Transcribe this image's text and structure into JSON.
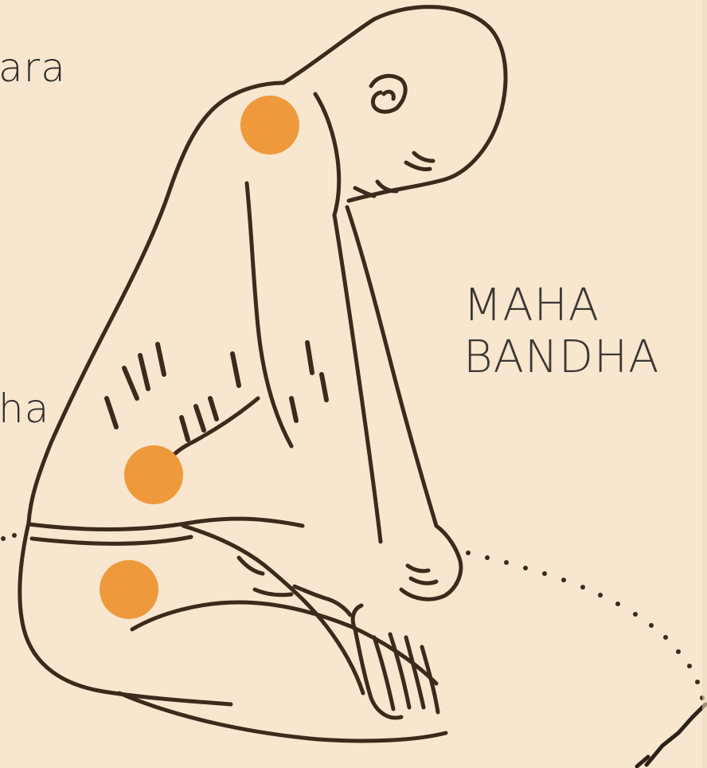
{
  "title": {
    "lines": [
      "MAHA",
      "BANDHA"
    ]
  },
  "side_labels": {
    "top": "ara",
    "middle": "ha"
  },
  "points": {
    "count": 3,
    "color": "#ee9a3c",
    "names": [
      "throat-lock-point",
      "abdominal-lock-point",
      "root-lock-point"
    ]
  },
  "colors": {
    "background": "#f8e6cf",
    "ink": "#3c2a1c",
    "text": "#3a3734",
    "accent": "#ee9a3c"
  }
}
